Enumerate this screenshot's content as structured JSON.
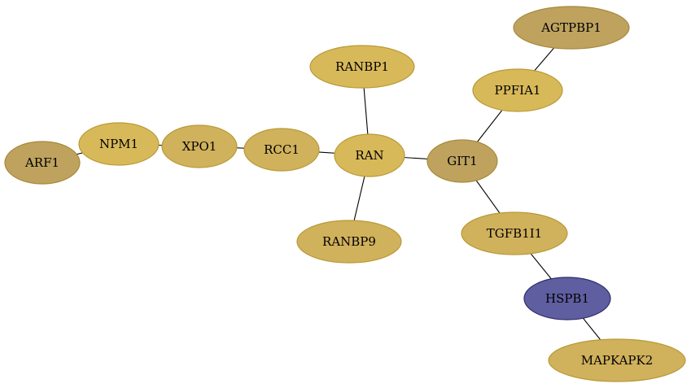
{
  "colors": {
    "bright_gold": "#d8b95a",
    "medium_gold": "#d0b15c",
    "muted_gold": "#bea25e",
    "blue": "#5f5ea0",
    "gold_border": "#b99a36",
    "muted_border": "#a8893c",
    "blue_border": "#2e2d6b",
    "edge": "#000000"
  },
  "nodes": [
    {
      "id": "ARF1",
      "label": "ARF1",
      "color": "muted_gold"
    },
    {
      "id": "NPM1",
      "label": "NPM1",
      "color": "bright_gold"
    },
    {
      "id": "XPO1",
      "label": "XPO1",
      "color": "medium_gold"
    },
    {
      "id": "RCC1",
      "label": "RCC1",
      "color": "medium_gold"
    },
    {
      "id": "RAN",
      "label": "RAN",
      "color": "bright_gold"
    },
    {
      "id": "RANBP1",
      "label": "RANBP1",
      "color": "bright_gold"
    },
    {
      "id": "RANBP9",
      "label": "RANBP9",
      "color": "medium_gold"
    },
    {
      "id": "GIT1",
      "label": "GIT1",
      "color": "muted_gold"
    },
    {
      "id": "PPFIA1",
      "label": "PPFIA1",
      "color": "bright_gold"
    },
    {
      "id": "AGTPBP1",
      "label": "AGTPBP1",
      "color": "muted_gold"
    },
    {
      "id": "TGFB1I1",
      "label": "TGFB1I1",
      "color": "medium_gold"
    },
    {
      "id": "HSPB1",
      "label": "HSPB1",
      "color": "blue"
    },
    {
      "id": "MAPKAPK2",
      "label": "MAPKAPK2",
      "color": "medium_gold"
    }
  ],
  "edges": [
    [
      "ARF1",
      "NPM1"
    ],
    [
      "NPM1",
      "XPO1"
    ],
    [
      "XPO1",
      "RCC1"
    ],
    [
      "RCC1",
      "RAN"
    ],
    [
      "RAN",
      "RANBP1"
    ],
    [
      "RAN",
      "RANBP9"
    ],
    [
      "RAN",
      "GIT1"
    ],
    [
      "GIT1",
      "PPFIA1"
    ],
    [
      "PPFIA1",
      "AGTPBP1"
    ],
    [
      "GIT1",
      "TGFB1I1"
    ],
    [
      "TGFB1I1",
      "HSPB1"
    ],
    [
      "HSPB1",
      "MAPKAPK2"
    ]
  ]
}
